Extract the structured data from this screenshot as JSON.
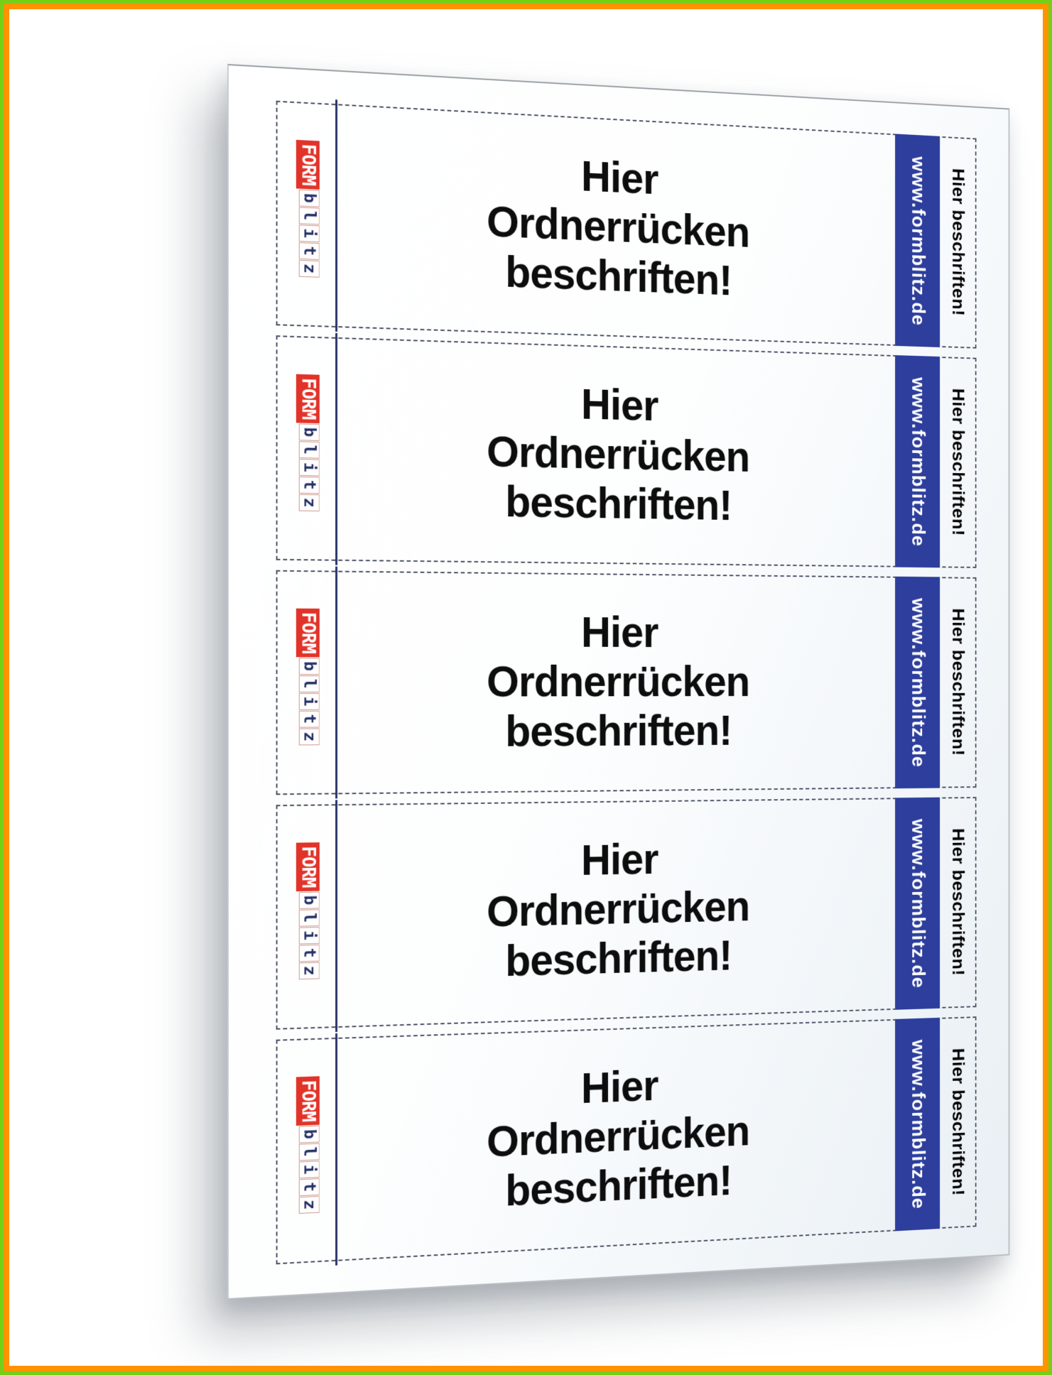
{
  "frame": {
    "outer_color": "#76cf17",
    "inner_color": "#ff9300"
  },
  "colors": {
    "logo_red": "#e23329",
    "navy": "#232f66",
    "bar_blue": "#2d3e9c",
    "dash": "#4a5264",
    "ink": "#0d0d0d"
  },
  "sheet": {
    "label_count": 5
  },
  "label": {
    "logo_form": "FORM",
    "logo_blitz_letters": [
      "b",
      "l",
      "i",
      "t",
      "z"
    ],
    "center_lines": [
      "Hier",
      "Ordnerrücken",
      "beschriften!"
    ],
    "website": "www.formblitz.de",
    "side_caption": "Hier beschriften!"
  }
}
